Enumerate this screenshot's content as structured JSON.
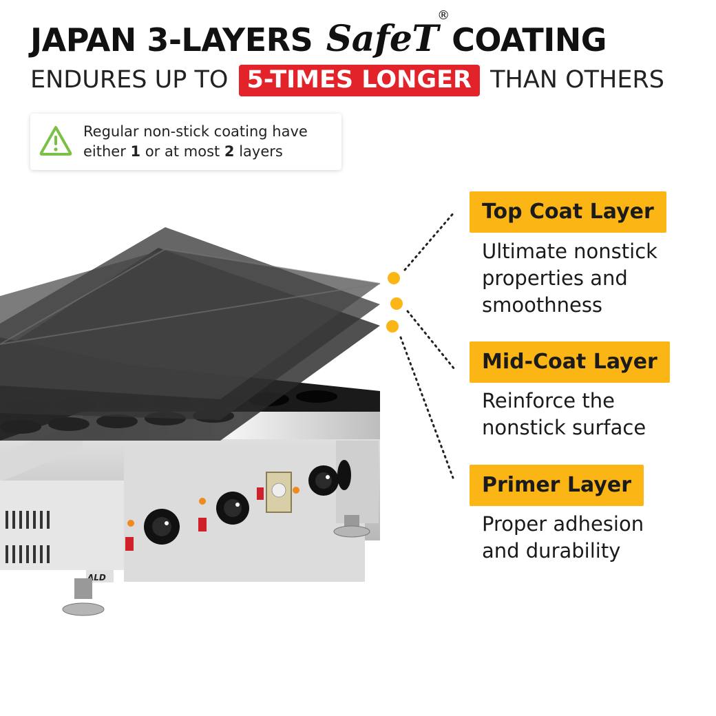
{
  "headline": {
    "part1": "JAPAN 3-LAYERS ",
    "brand": "SafeT",
    "registered": "®",
    "part2": " COATING"
  },
  "subheadline": {
    "before": "ENDURES UP TO ",
    "highlight": "5-TIMES LONGER",
    "after": " THAN OTHERS"
  },
  "note": {
    "icon": "warning-triangle-icon",
    "line1": "Regular non-stick coating have",
    "line2_pre": "either ",
    "line2_num1": "1",
    "line2_mid": " or at most ",
    "line2_num2": "2",
    "line2_post": " layers"
  },
  "layers": [
    {
      "title": "Top Coat Layer",
      "desc1": "Ultimate nonstick",
      "desc2": "properties and",
      "desc3": "smoothness"
    },
    {
      "title": "Mid-Coat Layer",
      "desc1": "Reinforce the",
      "desc2": "nonstick surface"
    },
    {
      "title": "Primer Layer",
      "desc1": "Proper adhesion",
      "desc2": "and durability"
    }
  ],
  "product": {
    "logo_text": "ALD"
  },
  "colors": {
    "accent_red": "#e2232a",
    "accent_yellow": "#fbb616",
    "warning_green": "#7ac143"
  }
}
